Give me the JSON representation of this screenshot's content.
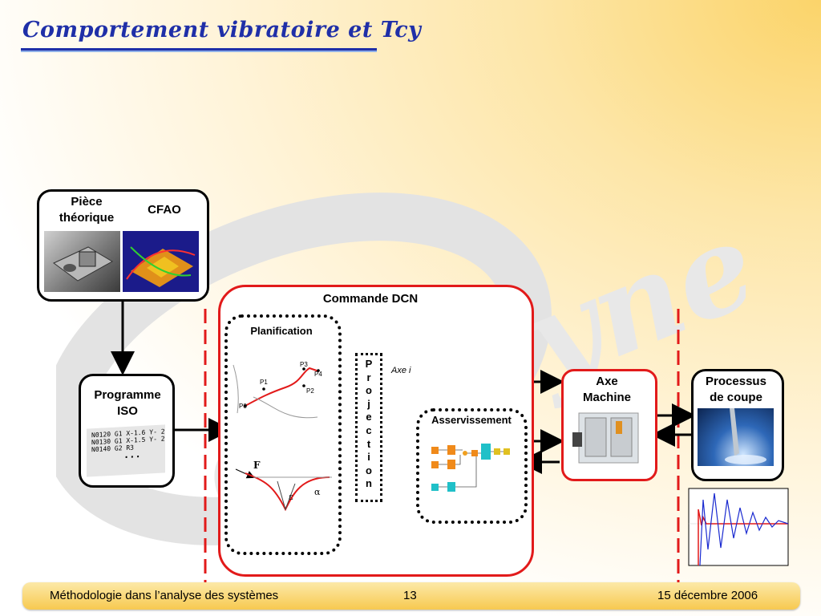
{
  "header": {
    "title": "Comportement vibratoire et Tcy"
  },
  "watermark": {
    "text": "eNodyne"
  },
  "cfao_box": {
    "piece_label": "Pièce\nthéorique",
    "cfao_label": "CFAO"
  },
  "programme_box": {
    "label": "Programme\nISO",
    "code_lines": [
      "N0120  G1  X-1.6  Y- 2",
      "N0130  G1  X-1.5  Y- 2",
      "N0140  G2  R3"
    ],
    "ellipsis": "..."
  },
  "commande": {
    "title": "Commande DCN",
    "planification": "Planification",
    "points": [
      "P0",
      "P1",
      "P2",
      "P3",
      "P4"
    ],
    "symbols": [
      "F",
      "ε",
      "α"
    ]
  },
  "projection": {
    "letters": [
      "P",
      "r",
      "o",
      "j",
      "e",
      "c",
      "t",
      "i",
      "o",
      "n"
    ]
  },
  "axe_label": "Axe i",
  "asservissement": {
    "title": "Asservissement"
  },
  "axe_machine": {
    "label": "Axe\nMachine"
  },
  "processus": {
    "label": "Processus\nde coupe"
  },
  "colors": {
    "title": "#1f2fa8",
    "red": "#e21a1a",
    "footer": "#f7c950"
  },
  "footer": {
    "left": "Méthodologie dans l’analyse des systèmes",
    "page": "13",
    "date": "15 décembre 2006"
  }
}
